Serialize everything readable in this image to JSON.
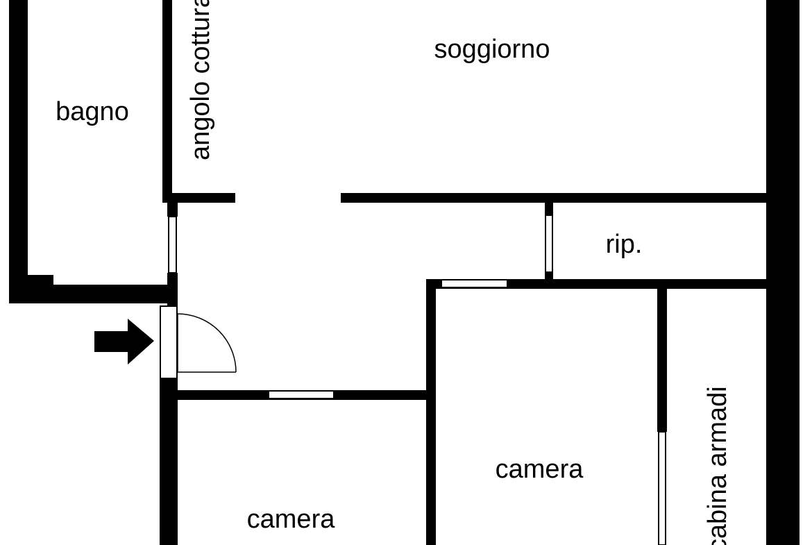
{
  "floor_plan": {
    "colors": {
      "wall": "#000000",
      "background": "#ffffff",
      "opening": "#ffffff"
    },
    "rooms": {
      "soggiorno": "soggiorno",
      "bagno": "bagno",
      "angolo_cottura": "angolo cottura",
      "ripostiglio": "rip.",
      "camera_1": "camera",
      "camera_2": "camera",
      "cabina_armadi": "cabina armadi"
    },
    "icons": {
      "entrance": "entrance-arrow-icon",
      "door": "door-swing-icon"
    }
  }
}
